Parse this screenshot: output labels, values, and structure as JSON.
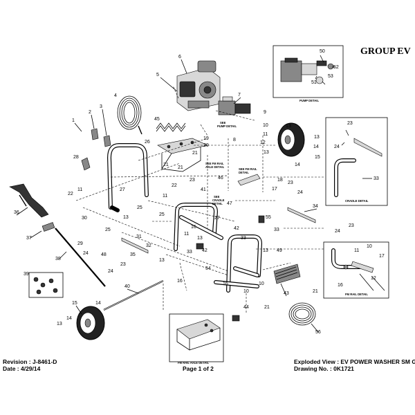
{
  "header": {
    "group_title": "GROUP EV"
  },
  "footer": {
    "revision": "Revision : J-8461-D",
    "date": "Date : 4/29/14",
    "page": "Page 1 of 2",
    "view": "Exploded View : EV POWER WASHER SM GP",
    "drawing": "Drawing No. : 0K1721"
  },
  "callouts": {
    "c1": "1",
    "c2": "2",
    "c3": "3",
    "c4": "4",
    "c5": "5",
    "c6": "6",
    "c7": "7",
    "c8": "8",
    "c9": "9",
    "c10": "10",
    "c11": "11",
    "c12": "12",
    "c13": "13",
    "c14": "14",
    "c15": "15",
    "c16": "16",
    "c17": "17",
    "c18": "18",
    "c19": "19",
    "c20": "20",
    "c21": "21",
    "c22": "22",
    "c23": "23",
    "c24": "24",
    "c25": "25",
    "c26": "26",
    "c27": "27",
    "c28": "28",
    "c29": "29",
    "c30": "30",
    "c31": "31",
    "c32": "32",
    "c33": "33",
    "c34": "34",
    "c35": "35",
    "c36": "36",
    "c37": "37",
    "c38": "38",
    "c39": "39",
    "c40": "40",
    "c41": "41",
    "c42": "42",
    "c43": "43",
    "c44": "44",
    "c45": "45",
    "c46": "46",
    "c47": "47",
    "c48": "48",
    "c49": "49",
    "c50": "50",
    "c51": "51",
    "c52": "52",
    "c53": "53",
    "c54": "54",
    "c55": "55",
    "c56": "56"
  },
  "detail_labels": {
    "pump_detail": "PUMP DETAIL",
    "cradle_detail": "CRADLE DETAIL",
    "fm_rail_detail": "FM RAIL DETAIL",
    "fm_rail_axle_detail": "FM RAIL AXLE DETAIL",
    "see_pump_detail": [
      "SEE",
      "PUMP DETAIL"
    ],
    "see_fm_rail_axle_detail": [
      "SEE FM RAIL",
      "AXLE DETAIL"
    ],
    "see_fm_rail_detail": [
      "SEE FM RAIL",
      "DETAIL"
    ],
    "see_cradle_detail": [
      "SEE",
      "CRADLE",
      "DETAIL"
    ]
  }
}
